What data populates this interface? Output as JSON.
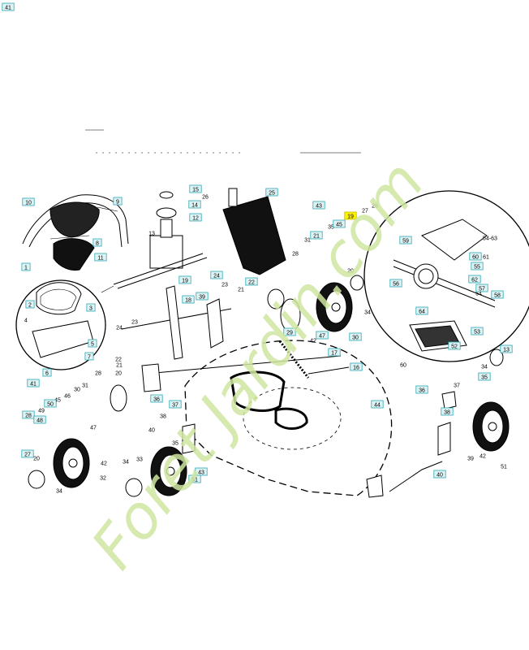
{
  "watermark": {
    "text": "Foret Jardin.com",
    "color_green": "#cfe6a0",
    "color_orange": "#f4c58a",
    "color_gray": "#d8ccc0"
  },
  "colors": {
    "box_fill": "#dff3f5",
    "box_stroke": "#2aa9b5",
    "highlight": "#fff200"
  },
  "labels": [
    {
      "t": "10",
      "b": 1
    },
    {
      "t": "9",
      "b": 1
    },
    {
      "t": "8",
      "b": 1
    },
    {
      "t": "11",
      "b": 1
    },
    {
      "t": "15",
      "b": 1
    },
    {
      "t": "26",
      "b": 0
    },
    {
      "t": "14",
      "b": 1
    },
    {
      "t": "12",
      "b": 1
    },
    {
      "t": "13",
      "b": 0
    },
    {
      "t": "25",
      "b": 1
    },
    {
      "t": "43",
      "b": 1
    },
    {
      "t": "28",
      "b": 0
    },
    {
      "t": "27",
      "b": 0
    },
    {
      "t": "19",
      "b": 1,
      "h": 1
    },
    {
      "t": "35",
      "b": 0
    },
    {
      "t": "45",
      "b": 1
    },
    {
      "t": "31",
      "b": 0
    },
    {
      "t": "21",
      "b": 1
    },
    {
      "t": "28",
      "b": 0
    },
    {
      "t": "20",
      "b": 0
    },
    {
      "t": "19",
      "b": 1
    },
    {
      "t": "24",
      "b": 1
    },
    {
      "t": "23",
      "b": 0
    },
    {
      "t": "22",
      "b": 1
    },
    {
      "t": "21",
      "b": 0
    },
    {
      "t": "18",
      "b": 1
    },
    {
      "t": "39",
      "b": 1
    },
    {
      "t": "29",
      "b": 1
    },
    {
      "t": "42",
      "b": 0
    },
    {
      "t": "47",
      "b": 1
    },
    {
      "t": "30",
      "b": 1
    },
    {
      "t": "34",
      "b": 0
    },
    {
      "t": "17",
      "b": 1
    },
    {
      "t": "16",
      "b": 1
    },
    {
      "t": "1",
      "b": 1
    },
    {
      "t": "2",
      "b": 1
    },
    {
      "t": "3",
      "b": 1
    },
    {
      "t": "4",
      "b": 0
    },
    {
      "t": "5",
      "b": 1
    },
    {
      "t": "6",
      "b": 1
    },
    {
      "t": "7",
      "b": 1
    },
    {
      "t": "24",
      "b": 0
    },
    {
      "t": "23",
      "b": 0
    },
    {
      "t": "22",
      "b": 0
    },
    {
      "t": "21",
      "b": 0
    },
    {
      "t": "20",
      "b": 0
    },
    {
      "t": "28",
      "b": 0
    },
    {
      "t": "41",
      "b": 1
    },
    {
      "t": "49",
      "b": 0
    },
    {
      "t": "45",
      "b": 0
    },
    {
      "t": "46",
      "b": 0
    },
    {
      "t": "30",
      "b": 0
    },
    {
      "t": "31",
      "b": 0
    },
    {
      "t": "50",
      "b": 1
    },
    {
      "t": "28",
      "b": 1
    },
    {
      "t": "48",
      "b": 1
    },
    {
      "t": "27",
      "b": 1
    },
    {
      "t": "20",
      "b": 0
    },
    {
      "t": "34",
      "b": 0
    },
    {
      "t": "32",
      "b": 0
    },
    {
      "t": "47",
      "b": 0
    },
    {
      "t": "42",
      "b": 0
    },
    {
      "t": "36",
      "b": 1
    },
    {
      "t": "37",
      "b": 1
    },
    {
      "t": "38",
      "b": 0
    },
    {
      "t": "40",
      "b": 0
    },
    {
      "t": "35",
      "b": 0
    },
    {
      "t": "34",
      "b": 0
    },
    {
      "t": "33",
      "b": 0
    },
    {
      "t": "43",
      "b": 1
    },
    {
      "t": "51",
      "b": 1
    },
    {
      "t": "44",
      "b": 1
    },
    {
      "t": "59",
      "b": 1
    },
    {
      "t": "54-63",
      "b": 0
    },
    {
      "t": "60",
      "b": 1
    },
    {
      "t": "61",
      "b": 0
    },
    {
      "t": "55",
      "b": 1
    },
    {
      "t": "62",
      "b": 1
    },
    {
      "t": "54",
      "b": 0
    },
    {
      "t": "57",
      "b": 1
    },
    {
      "t": "58",
      "b": 1
    },
    {
      "t": "64",
      "b": 1
    },
    {
      "t": "53",
      "b": 1
    },
    {
      "t": "56",
      "b": 1
    },
    {
      "t": "52",
      "b": 1
    },
    {
      "t": "60",
      "b": 0
    },
    {
      "t": "13",
      "b": 1
    },
    {
      "t": "34",
      "b": 0
    },
    {
      "t": "35",
      "b": 1
    },
    {
      "t": "36",
      "b": 1
    },
    {
      "t": "37",
      "b": 0
    },
    {
      "t": "38",
      "b": 1
    },
    {
      "t": "39",
      "b": 0
    },
    {
      "t": "42",
      "b": 0
    },
    {
      "t": "51",
      "b": 0
    },
    {
      "t": "40",
      "b": 1
    },
    {
      "t": "41",
      "b": 1
    }
  ]
}
